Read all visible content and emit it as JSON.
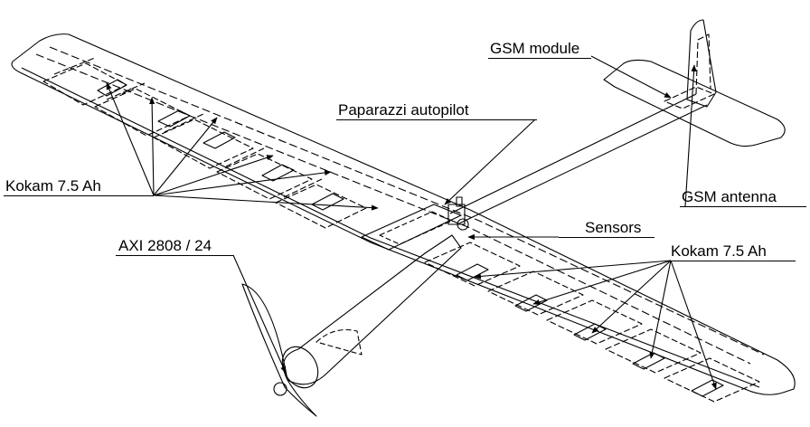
{
  "labels": {
    "gsm_module": "GSM module",
    "paparazzi_autopilot": "Paparazzi autopilot",
    "kokam_left": "Kokam 7.5 Ah",
    "gsm_antenna": "GSM antenna",
    "sensors": "Sensors",
    "axi_motor": "AXI 2808 / 24",
    "kokam_right": "Kokam 7.5 Ah"
  },
  "colors": {
    "line": "#000000",
    "background": "#ffffff"
  }
}
